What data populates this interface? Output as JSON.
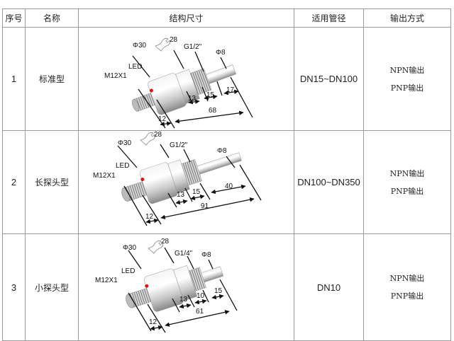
{
  "headers": {
    "index": "序号",
    "name": "名称",
    "structure": "结构尺寸",
    "pipe": "适用管径",
    "output": "输出方式"
  },
  "rows": [
    {
      "index": "1",
      "name": "标准型",
      "pipe": "DN15~DN100",
      "outputs": [
        "NPN输出",
        "PNP输出"
      ],
      "labels": {
        "wrench": "28",
        "body": "Φ30",
        "thread": "G1/2\"",
        "probe": "Φ8",
        "led": "LED",
        "connector": "M12X1",
        "dims": [
          "13",
          "15",
          "17",
          "68",
          "12"
        ]
      }
    },
    {
      "index": "2",
      "name": "长探头型",
      "pipe": "DN100~DN350",
      "outputs": [
        "NPN输出",
        "PNP输出"
      ],
      "labels": {
        "wrench": "28",
        "body": "Φ30",
        "thread": "G1/2\"",
        "probe": "Φ8",
        "led": "LED",
        "connector": "M12X1",
        "dims": [
          "13",
          "15",
          "40",
          "91",
          "12"
        ]
      }
    },
    {
      "index": "3",
      "name": "小探头型",
      "pipe": "DN10",
      "outputs": [
        "NPN输出",
        "PNP输出"
      ],
      "labels": {
        "wrench": "28",
        "body": "Φ30",
        "thread": "G1/4\"",
        "probe": "Φ8",
        "led": "LED",
        "connector": "M12X1",
        "dims": [
          "13",
          "10",
          "15",
          "61",
          "12"
        ]
      }
    }
  ],
  "colors": {
    "led": "#e01010",
    "border": "#9a9a9a"
  }
}
